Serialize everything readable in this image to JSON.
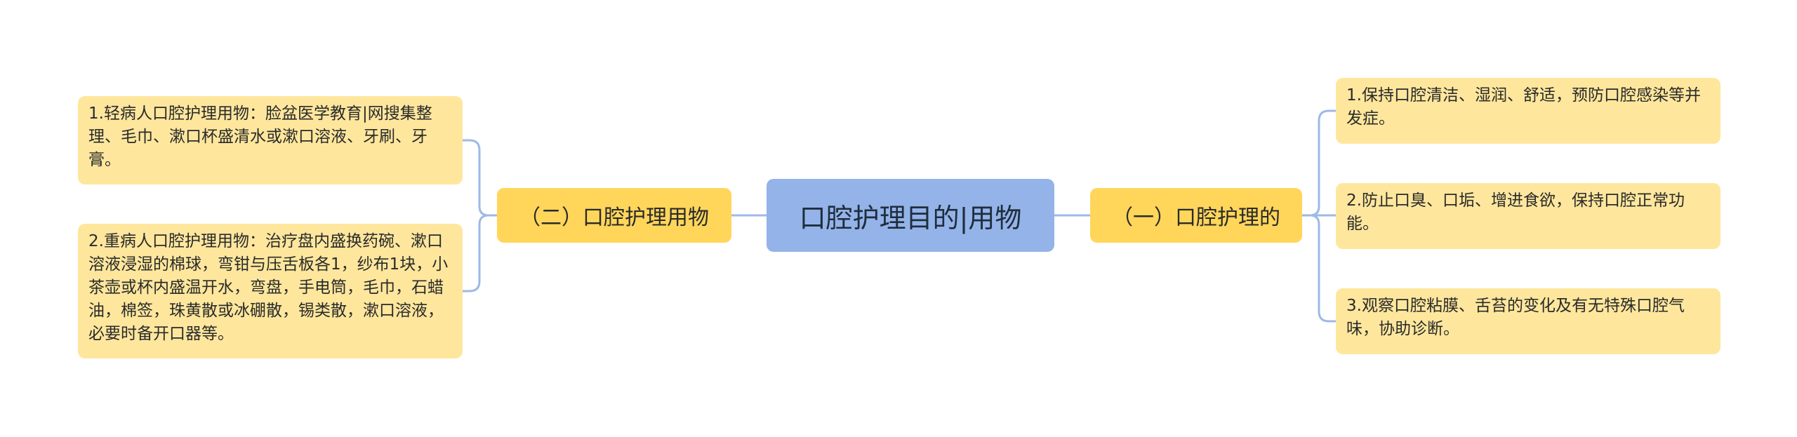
{
  "mindmap": {
    "root": {
      "label": "口腔护理目的|用物"
    },
    "branches": {
      "right": {
        "label": "（一）口腔护理的",
        "children": [
          {
            "text": "1.保持口腔清洁、湿润、舒适，预防口腔感染等并发症。"
          },
          {
            "text": "2.防止口臭、口垢、增进食欲，保持口腔正常功能。"
          },
          {
            "text": "3.观察口腔粘膜、舌苔的变化及有无特殊口腔气味，协助诊断。"
          }
        ]
      },
      "left": {
        "label": "（二）口腔护理用物",
        "children": [
          {
            "text": "1.轻病人口腔护理用物：脸盆医学教育|网搜集整理、毛巾、漱口杯盛清水或漱口溶液、牙刷、牙膏。"
          },
          {
            "text": "2.重病人口腔护理用物：治疗盘内盛换药碗、漱口溶液浸湿的棉球，弯钳与压舌板各1，纱布1块，小茶壶或杯内盛温开水，弯盘，手电筒，毛巾，石蜡油，棉签，珠黄散或冰硼散，锡类散，漱口溶液，必要时备开口器等。"
          }
        ]
      }
    },
    "colors": {
      "root_fill": "#94b3e8",
      "branch_fill": "#ffd65a",
      "leaf_fill": "#fee79d",
      "connector": "#9db9e6"
    }
  }
}
